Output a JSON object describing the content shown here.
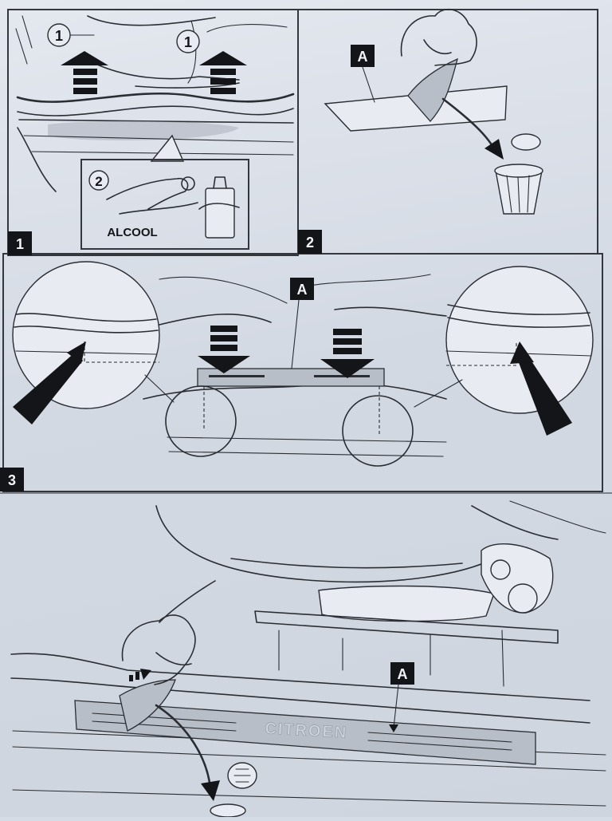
{
  "panels": [
    {
      "number": "1",
      "callouts": [
        "1",
        "1"
      ],
      "inset_number": "2",
      "inset_label": "ALCOOL"
    },
    {
      "number": "2",
      "part_label": "A"
    },
    {
      "number": "3",
      "part_label": "A"
    },
    {
      "part_label": "A",
      "brand_text": "CITROEN"
    }
  ],
  "colors": {
    "ink": "#141518",
    "paper": "#dfe3ea",
    "part_fill": "#b8bec8"
  }
}
